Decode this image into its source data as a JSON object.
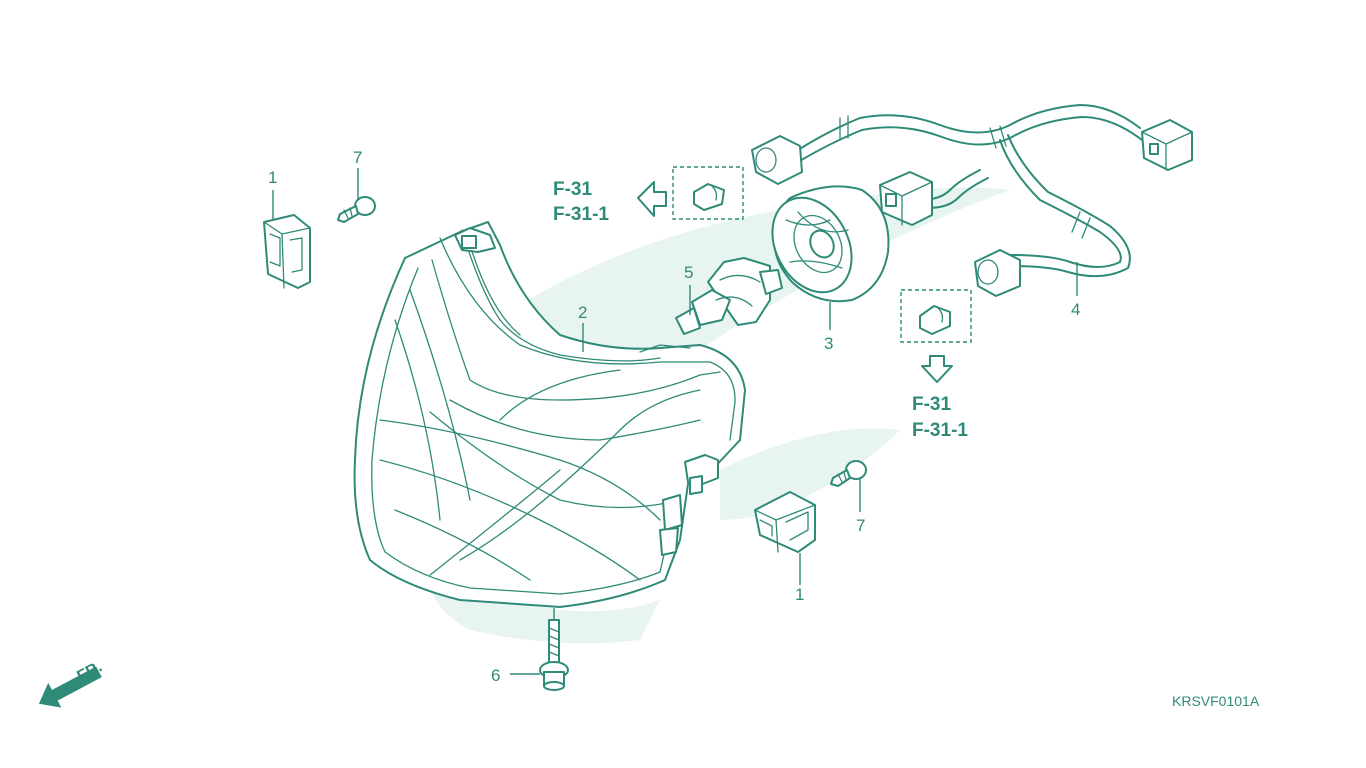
{
  "diagram": {
    "diagram_code": "KRSVF0101A",
    "front_label": "FR.",
    "reference_upper": [
      "F-31",
      "F-31-1"
    ],
    "reference_lower": [
      "F-31",
      "F-31-1"
    ],
    "callouts": [
      {
        "id": "clip-upper",
        "num": "1"
      },
      {
        "id": "clip-lower",
        "num": "1"
      },
      {
        "id": "headlight-unit",
        "num": "2"
      },
      {
        "id": "dust-cover",
        "num": "3"
      },
      {
        "id": "harness",
        "num": "4"
      },
      {
        "id": "bulb",
        "num": "5"
      },
      {
        "id": "bolt",
        "num": "6"
      },
      {
        "id": "screw-upper",
        "num": "7"
      },
      {
        "id": "screw-lower",
        "num": "7"
      }
    ],
    "colors": {
      "line": "#2f8a78",
      "watermark": "#e8f4ef",
      "background": "#ffffff"
    }
  }
}
